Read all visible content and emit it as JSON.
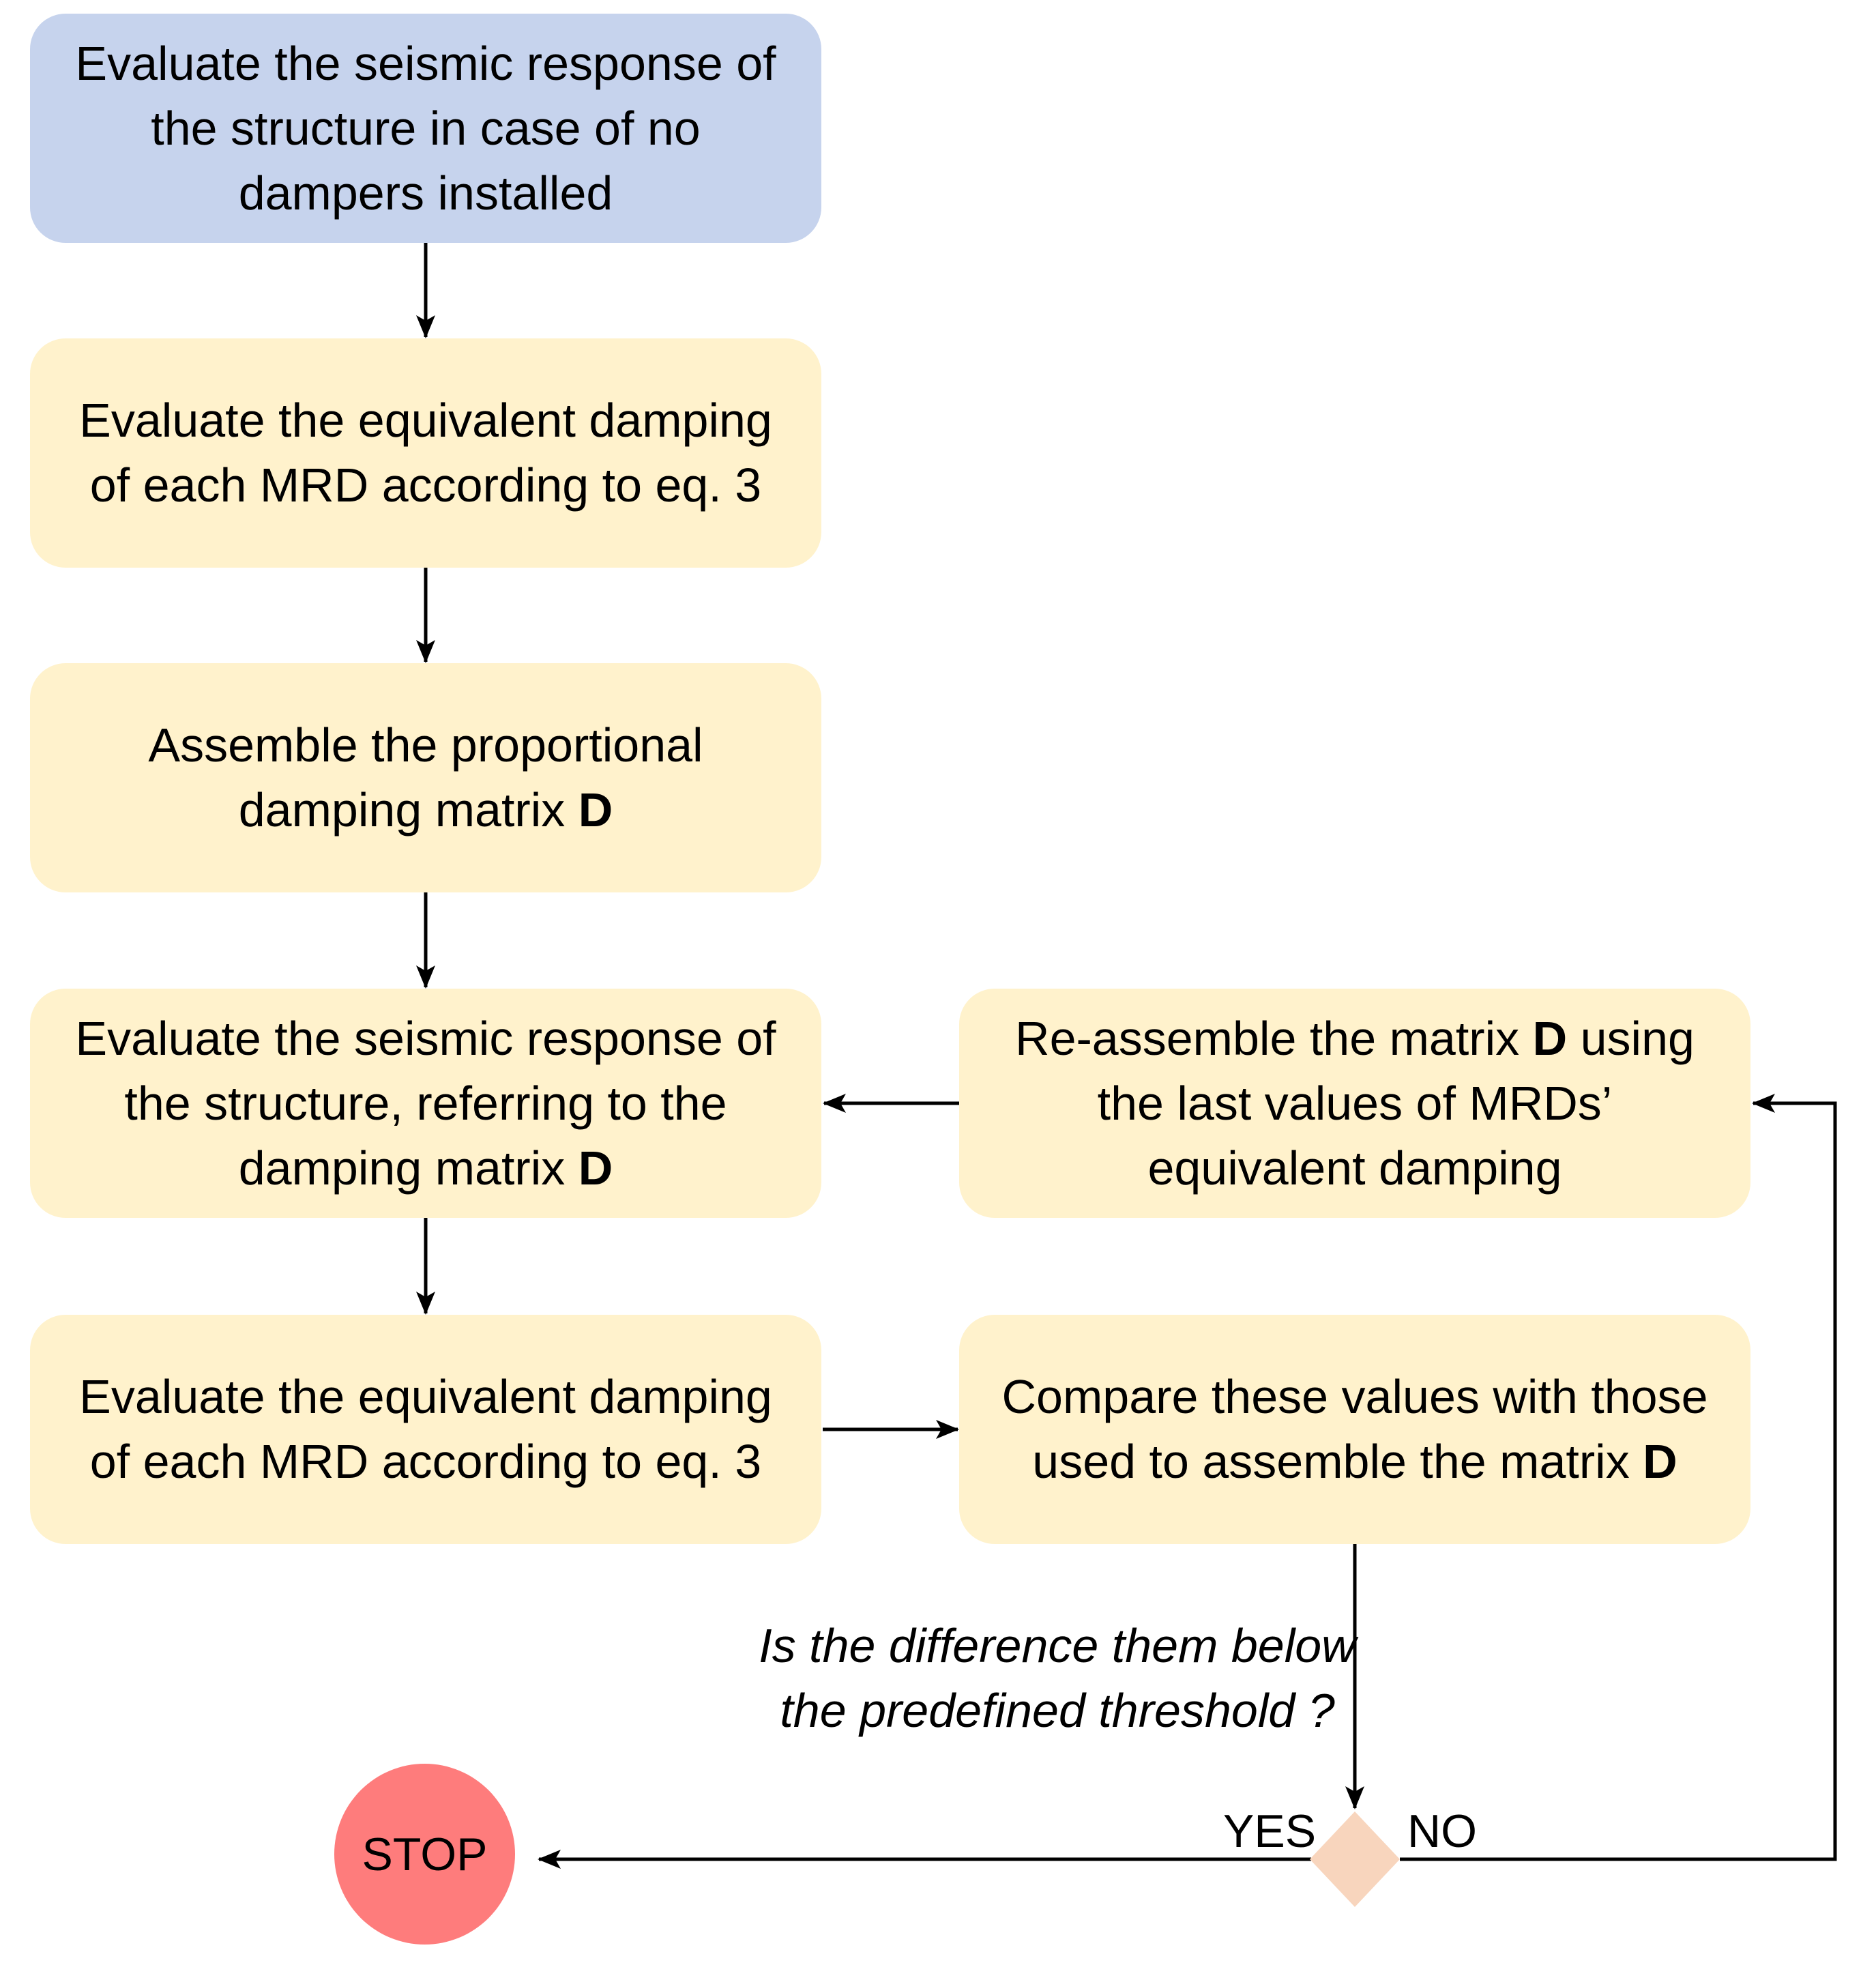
{
  "steps": {
    "step1": {
      "text": "Evaluate the seismic response of the structure in case of no dampers installed"
    },
    "step2": {
      "text": "Evaluate the equivalent damping of each MRD according to eq. 3"
    },
    "step3": {
      "text": "Assemble the proportional damping matrix",
      "bold": "D"
    },
    "step4": {
      "text": "Evaluate the seismic response of the structure, referring to the damping matrix",
      "bold": "D"
    },
    "step5": {
      "text": "Evaluate the equivalent damping of each MRD according to eq. 3"
    },
    "step6": {
      "pre": "Re-assemble the matrix",
      "bold": "D",
      "post": "using the last values of MRDs’ equivalent damping"
    },
    "step7": {
      "text": "Compare these values with those used to assemble the matrix",
      "bold": "D"
    }
  },
  "decision": {
    "question": "Is the difference them below the predefined threshold ?",
    "yes_label": "YES",
    "no_label": "NO"
  },
  "terminal": {
    "label": "STOP"
  },
  "colors": {
    "start_fill": "#c6d3ed",
    "step_fill": "#fff2cc",
    "decision_fill": "#f8d5bd",
    "stop_fill": "#fe7c7c",
    "connector": "#000000"
  }
}
